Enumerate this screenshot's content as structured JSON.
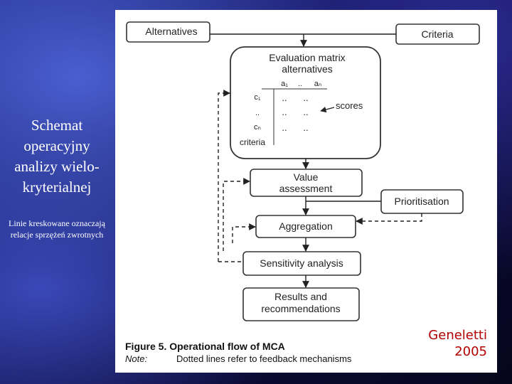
{
  "slide": {
    "title": "Schemat operacyjny analizy wielo-kryterialnej",
    "note": "Linie kreskowane oznaczają relacje sprzężeń zwrotnych",
    "credit_name": "Geneletti",
    "credit_year": "2005"
  },
  "figure": {
    "alternatives": "Alternatives",
    "criteria": "Criteria",
    "matrix_title_1": "Evaluation matrix",
    "matrix_title_2": "alternatives",
    "matrix_col_a1": "a₁",
    "matrix_col_dots": "..",
    "matrix_col_an": "aₙ",
    "matrix_row_c1": "c₁",
    "matrix_row_dots": "..",
    "matrix_row_cn": "cₙ",
    "matrix_cell": "..",
    "scores": "scores",
    "matrix_criteria": "criteria",
    "value_1": "Value",
    "value_2": "assessment",
    "prioritisation": "Prioritisation",
    "aggregation": "Aggregation",
    "sensitivity": "Sensitivity analysis",
    "results_1": "Results and",
    "results_2": "recommendations",
    "caption_title": "Figure 5. Operational flow of MCA",
    "caption_note_label": "Note:",
    "caption_note_text": "Dotted lines refer to feedback mechanisms"
  }
}
